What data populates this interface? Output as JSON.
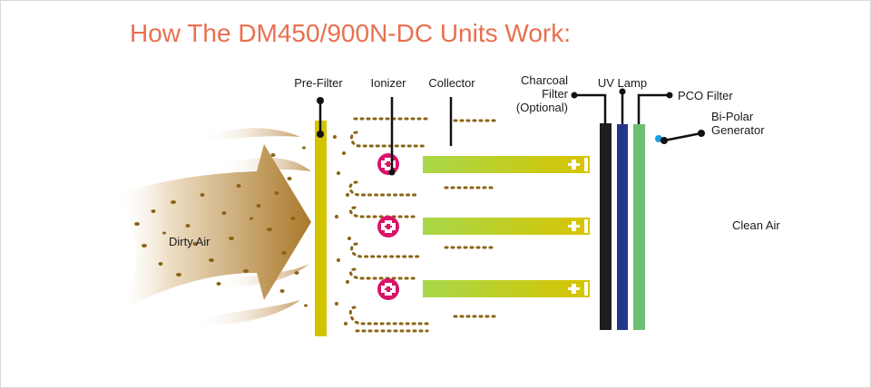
{
  "title": "How The DM450/900N-DC Units Work:",
  "labels": {
    "pre_filter": "Pre-Filter",
    "ionizer": "Ionizer",
    "collector": "Collector",
    "charcoal_filter_l1": "Charcoal",
    "charcoal_filter_l2": "Filter",
    "charcoal_filter_l3": "(Optional)",
    "uv_lamp": "UV Lamp",
    "pco_filter": "PCO Filter",
    "bipolar_l1": "Bi-Polar",
    "bipolar_l2": "Generator",
    "dirty_air": "Dirty Air",
    "clean_air": "Clean Air"
  },
  "colors": {
    "title": "#e8704f",
    "pre_filter": "#d4c400",
    "collector_start": "#a8d84a",
    "collector_end": "#d8c400",
    "ionizer": "#d8146a",
    "charcoal": "#1e1e1e",
    "uv_lamp": "#24358e",
    "pco": "#6fbf73",
    "bipolar_dot": "#1a9ee0",
    "particles": "#8a6414",
    "dirty_air_dark": "#a9782a",
    "dirty_air_light": "#f4e8d6"
  }
}
